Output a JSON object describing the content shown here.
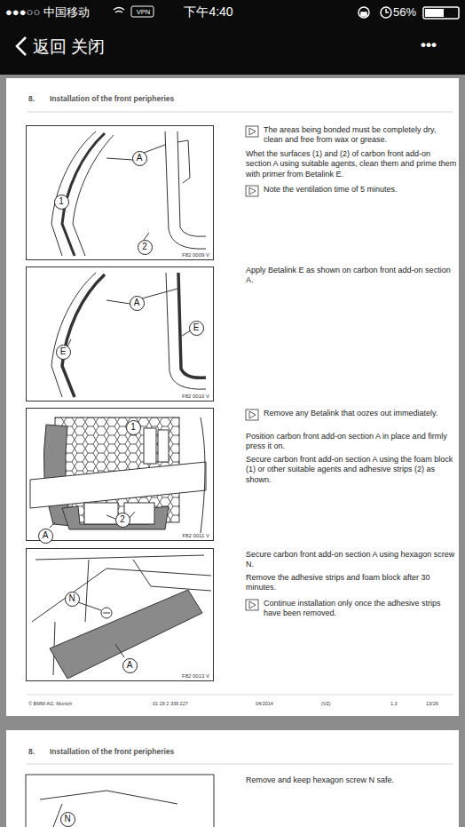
{
  "diagram": {
    "title": "Installation of the front peripheries",
    "nodes": [
      {
        "text": [
          "F82 0009 V"
        ]
      },
      {
        "text": [
          "A"
        ],
        "in": 0
      },
      {
        "text": [
          "1"
        ],
        "in": 0
      },
      {
        "text": [
          "2"
        ],
        "in": 0
      },
      {
        "text": [
          "F82 0010 V"
        ]
      },
      {
        "text": [
          "A"
        ],
        "in": 4
      },
      {
        "text": [
          "E"
        ],
        "in": 4
      },
      {
        "text": [
          "E"
        ],
        "in": 4
      },
      {
        "text": [
          "F82 0011 V"
        ]
      },
      {
        "text": [
          "1"
        ],
        "in": 8
      },
      {
        "text": [
          "A"
        ],
        "in": 8
      },
      {
        "text": [
          "2"
        ],
        "in": 8
      },
      {
        "text": [
          "F82 0013 V"
        ]
      },
      {
        "text": [
          "N"
        ],
        "in": 12
      },
      {
        "text": [
          "A"
        ],
        "in": 12
      },
      {
        "text": [
          "N"
        ]
      }
    ],
    "edges": [],
    "labels": [
      "●●●○○ 中国移动",
      "VPN",
      "下午4:40",
      "56%",
      "返回",
      "关闭",
      "•••",
      "8.",
      "The areas being bonded must be completely dry, clean and free from wax or grease.",
      "Whet the surfaces (1) and (2) of carbon front add-on section A using suitable agents, clean them and prime them with primer from Betalink E.",
      "Note the ventilation time of 5 minutes.",
      "Apply Betalink E as shown on carbon front add-on section A.",
      "Remove any Betalink that oozes out immediately.",
      "Position carbon front add-on section A in place and firmly press it on.",
      "Secure carbon front add-on section A using the foam block (1) or other suitable agents and adhesive strips (2) as shown.",
      "Secure carbon front add-on section A using hexagon screw N.",
      "Remove the adhesive strips and foam block after 30 minutes.",
      "Continue installation only once the adhesive strips have been removed.",
      "© BMW AG, Munich",
      "01 29 2 339 227",
      "04/2014",
      "(VZ)",
      "1.3",
      "13/26",
      "8.",
      "Installation of the front peripheries",
      "Remove and keep hexagon screw N safe."
    ]
  }
}
